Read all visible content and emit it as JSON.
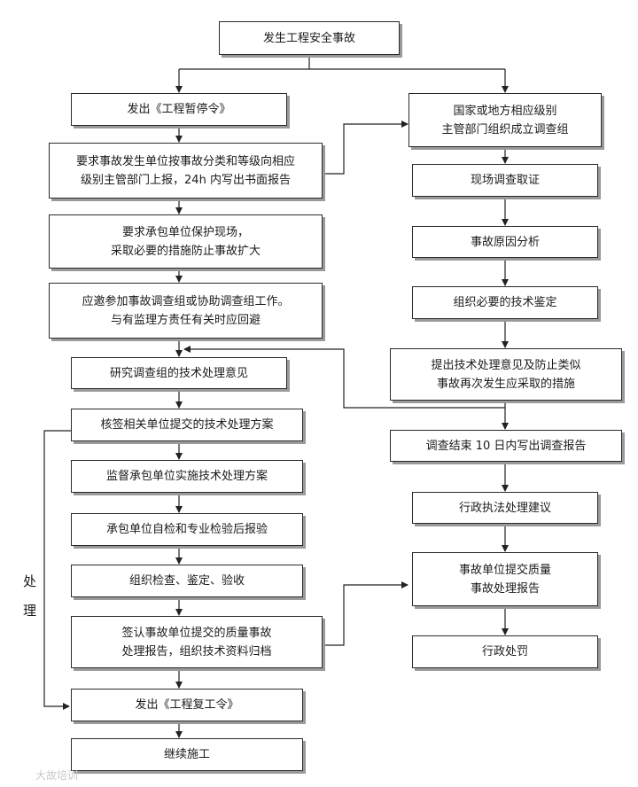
{
  "boxes": {
    "start": "发生工程安全事故",
    "L1": "发出《工程暂停令》",
    "L2": "要求事故发生单位按事故分类和等级向相应\n级别主管部门上报，24h 内写出书面报告",
    "L3": "要求承包单位保护现场，\n采取必要的措施防止事故扩大",
    "L4": "应邀参加事故调查组或协助调查组工作。\n与有监理方责任有关时应回避",
    "L5": "研究调查组的技术处理意见",
    "L6": "核签相关单位提交的技术处理方案",
    "L7": "监督承包单位实施技术处理方案",
    "L8": "承包单位自检和专业检验后报验",
    "L9": "组织检查、鉴定、验收",
    "L10": "签认事故单位提交的质量事故\n处理报告，组织技术资料归档",
    "L11": "发出《工程复工令》",
    "L12": "继续施工",
    "R1": "国家或地方相应级别\n主管部门组织成立调查组",
    "R2": "现场调查取证",
    "R3": "事故原因分析",
    "R4": "组织必要的技术鉴定",
    "R5": "提出技术处理意见及防止类似\n事故再次发生应采取的措施",
    "R6": "调查结束 10 日内写出调查报告",
    "R7": "行政执法处理建议",
    "R8": "事故单位提交质量\n事故处理报告",
    "R9": "行政处罚"
  },
  "side_label": [
    "处",
    "理"
  ],
  "watermark": "大故培训"
}
